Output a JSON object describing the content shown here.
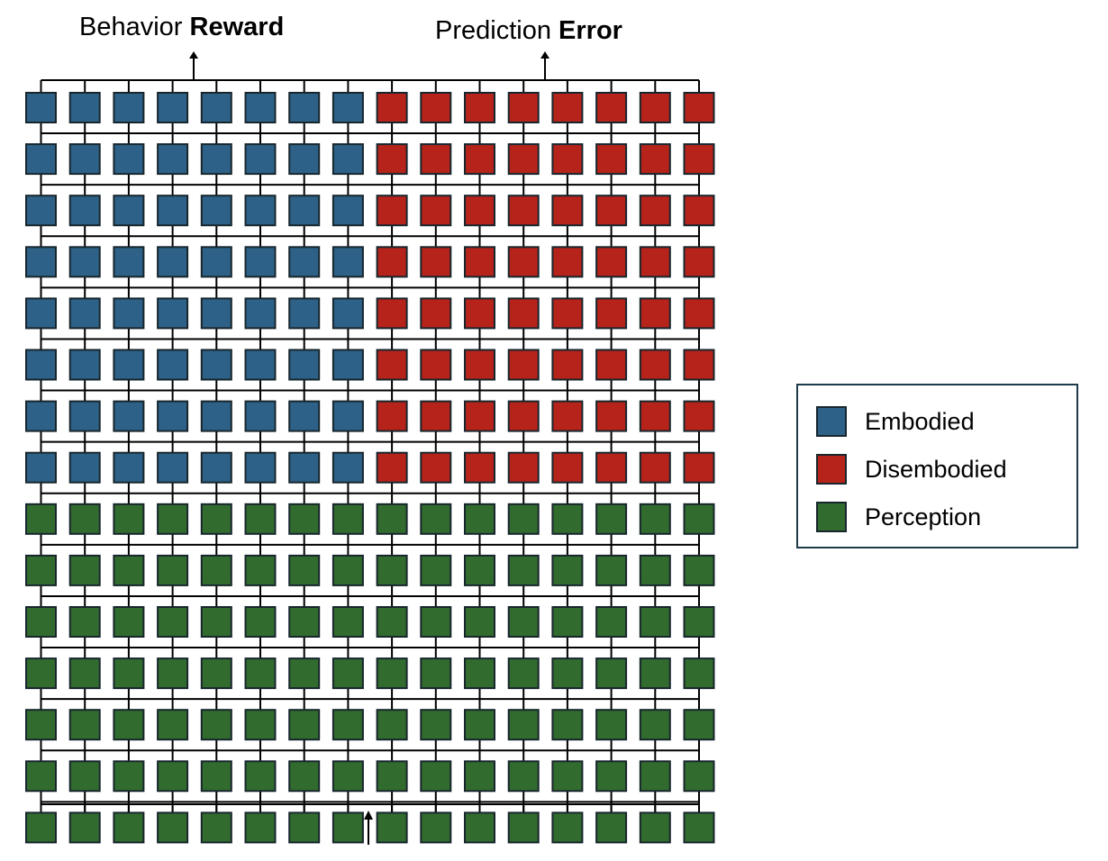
{
  "labels": {
    "reward_prefix": "Behavior",
    "reward_bold": "Reward",
    "error_prefix": "Prediction",
    "error_bold": "Error"
  },
  "grid": {
    "columns": 16,
    "rows": [
      "embodied-disembodied",
      "embodied-disembodied",
      "embodied-disembodied",
      "embodied-disembodied",
      "embodied-disembodied",
      "embodied-disembodied",
      "embodied-disembodied",
      "embodied-disembodied",
      "perception",
      "perception",
      "perception",
      "perception",
      "perception",
      "perception",
      "perception"
    ],
    "split_column": 8
  },
  "colors": {
    "embodied": "#2e6187",
    "disembodied": "#b5231a",
    "perception": "#326b2e",
    "border": "#17262d",
    "line": "#000000"
  },
  "legend": {
    "items": [
      {
        "key": "embodied",
        "label": "Embodied"
      },
      {
        "key": "disembodied",
        "label": "Disembodied"
      },
      {
        "key": "perception",
        "label": "Perception"
      }
    ]
  }
}
